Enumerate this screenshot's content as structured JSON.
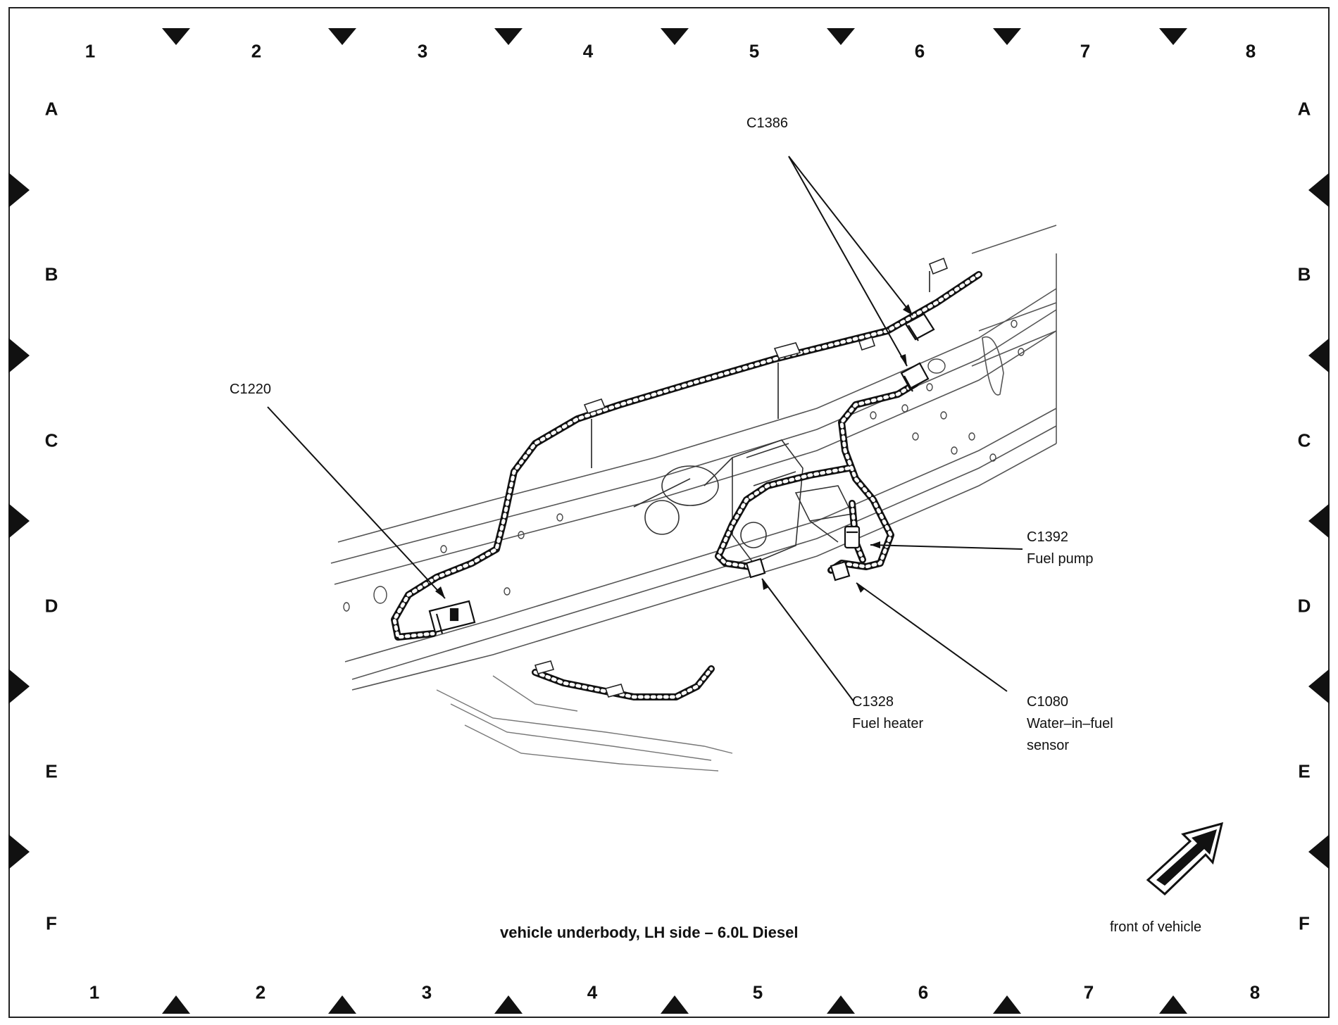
{
  "grid": {
    "columns": [
      "1",
      "2",
      "3",
      "4",
      "5",
      "6",
      "7",
      "8"
    ],
    "rows": [
      "A",
      "B",
      "C",
      "D",
      "E",
      "F"
    ]
  },
  "callouts": {
    "c1386": {
      "code": "C1386"
    },
    "c1220": {
      "code": "C1220"
    },
    "c1392": {
      "code": "C1392",
      "desc": "Fuel pump"
    },
    "c1328": {
      "code": "C1328",
      "desc": "Fuel heater"
    },
    "c1080": {
      "code": "C1080",
      "desc1": "Water–in–fuel",
      "desc2": "sensor"
    }
  },
  "caption": "vehicle underbody, LH side – 6.0L Diesel",
  "front_label": "front of vehicle"
}
